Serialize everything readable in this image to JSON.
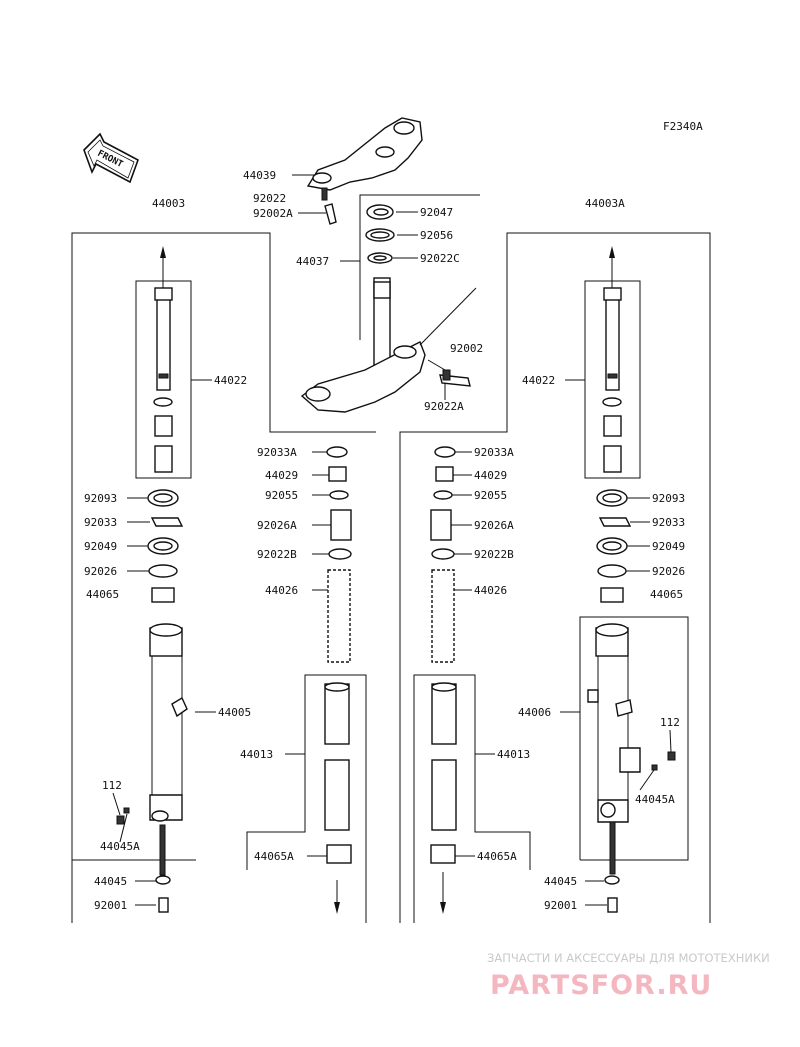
{
  "figure_code": "F2340A",
  "front_marker": "FRONT",
  "headers": {
    "left_assembly": "44003",
    "right_assembly": "44003A"
  },
  "labels": {
    "top": [
      "44039",
      "92022",
      "92002A",
      "92047",
      "92056",
      "44037",
      "92022C",
      "92002",
      "92022A"
    ],
    "left_outer": [
      "44022",
      "92093",
      "92033",
      "92049",
      "92026",
      "44065",
      "44005",
      "112",
      "44045A",
      "44045",
      "92001"
    ],
    "left_inner": [
      "92033A",
      "44029",
      "92055",
      "92026A",
      "92022B",
      "44026",
      "44013",
      "44065A"
    ],
    "right_inner": [
      "92033A",
      "44029",
      "92055",
      "92026A",
      "92022B",
      "44026",
      "44013",
      "44065A"
    ],
    "right_outer": [
      "44022",
      "92093",
      "92033",
      "92049",
      "92026",
      "44065",
      "44006",
      "112",
      "44045A",
      "44045",
      "92001"
    ]
  },
  "watermark": {
    "tagline": "ЗАПЧАСТИ И АКСЕССУАРЫ ДЛЯ МОТОТЕХНИКИ",
    "brand": "PARTSFOR.RU"
  }
}
